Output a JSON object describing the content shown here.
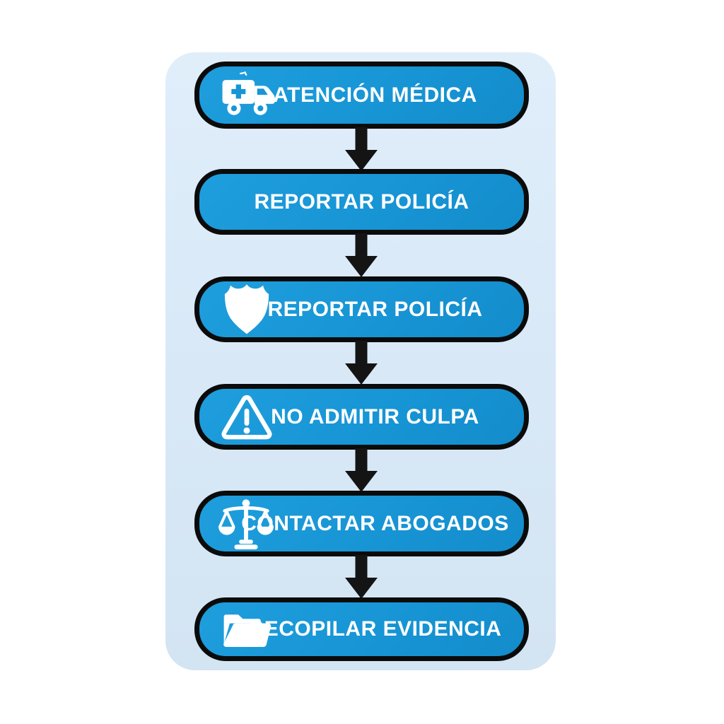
{
  "flowchart": {
    "title": "accident-steps-flowchart",
    "steps": [
      {
        "label": "ATENCIÓN MÉDICA",
        "icon": "ambulance-icon"
      },
      {
        "label": "REPORTAR POLICÍA",
        "icon": null
      },
      {
        "label": "REPORTAR POLICÍA",
        "icon": "police-badge-icon"
      },
      {
        "label": "NO ADMITIR CULPA",
        "icon": "warning-triangle-icon"
      },
      {
        "label": "CONTACTAR ABOGADOS",
        "icon": "scales-of-justice-icon"
      },
      {
        "label": "RECOPILAR EVIDENCIA",
        "icon": "open-folder-icon"
      }
    ],
    "connector": "down-arrow",
    "colors": {
      "page_background": "#FFFFFF",
      "panel_background": "#D9E9F7",
      "box_fill": "#1795D5",
      "box_border": "#0B0B0B",
      "label_text": "#FFFFFF",
      "icon": "#FFFFFF",
      "arrow": "#141414"
    }
  }
}
